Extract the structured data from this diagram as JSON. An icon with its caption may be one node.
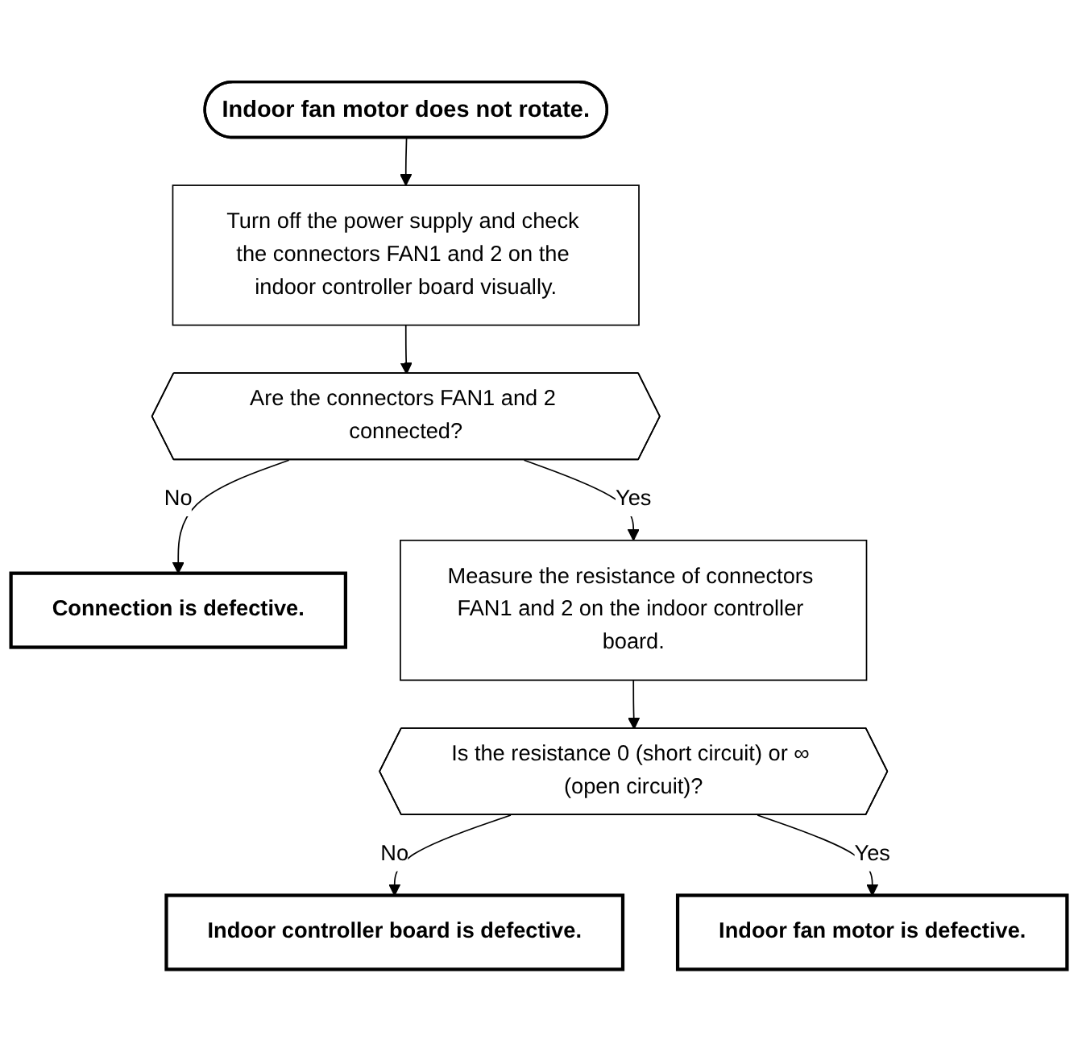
{
  "diagram": {
    "nodes": [
      {
        "text": [
          "Indoor fan motor does not rotate."
        ]
      },
      {
        "text": [
          "Turn off the power supply and check the connectors FAN1 and 2 on the indoor controller board visually."
        ]
      },
      {
        "text": [
          "Are the connectors FAN1 and 2 connected?"
        ]
      },
      {
        "text": [
          "Connection is defective."
        ]
      },
      {
        "text": [
          "Measure the resistance of connectors FAN1 and 2 on the indoor controller board."
        ]
      },
      {
        "text": [
          "Is the resistance 0 (short circuit) or ∞ (open circuit)?"
        ]
      },
      {
        "text": [
          "Indoor controller board is defective."
        ]
      },
      {
        "text": [
          "Indoor fan motor is defective."
        ]
      }
    ],
    "edges": [
      {
        "from": 0,
        "to": 1,
        "arrow": "to"
      },
      {
        "from": 1,
        "to": 2,
        "arrow": "to"
      },
      {
        "from": 2,
        "to": 3,
        "arrow": "to",
        "label": "No"
      },
      {
        "from": 2,
        "to": 4,
        "arrow": "to",
        "label": "Yes"
      },
      {
        "from": 4,
        "to": 5,
        "arrow": "to"
      },
      {
        "from": 5,
        "to": 6,
        "arrow": "to",
        "label": "No"
      },
      {
        "from": 5,
        "to": 7,
        "arrow": "to",
        "label": "Yes"
      }
    ]
  }
}
